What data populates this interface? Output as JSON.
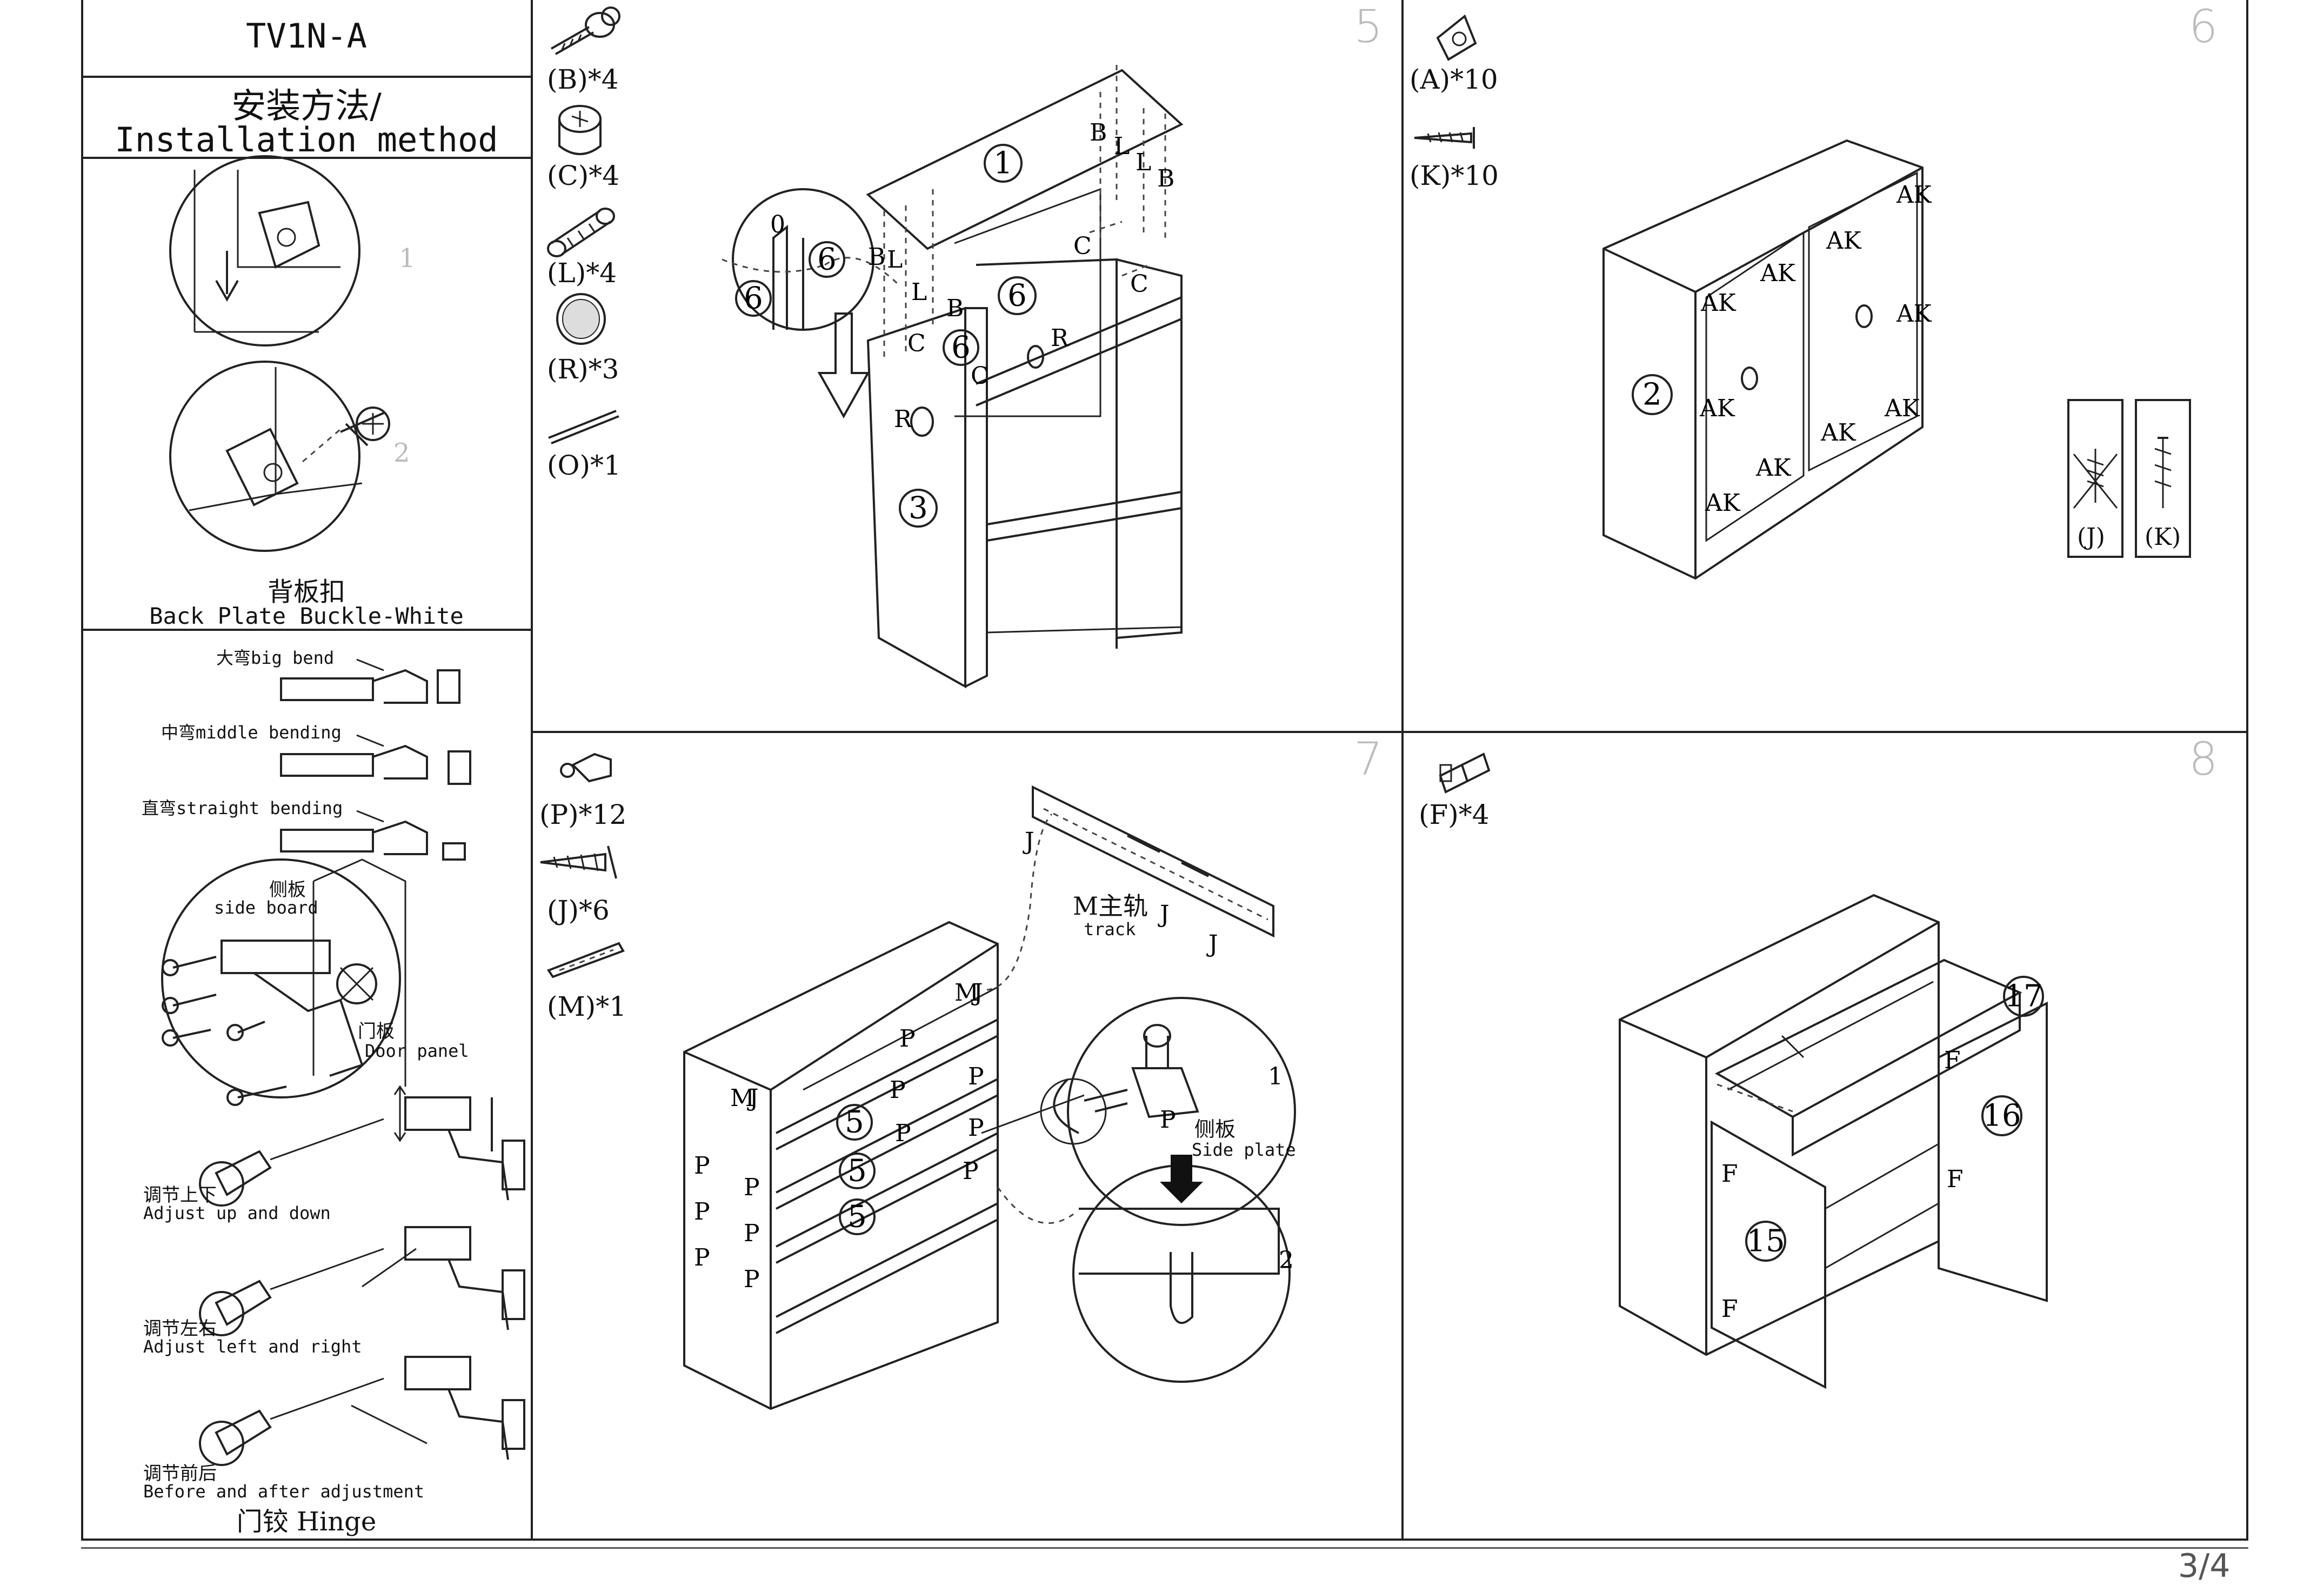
{
  "header": {
    "model": "TV1N-A",
    "title_cn": "安装方法/",
    "title_en": "Installation method"
  },
  "left_panel": {
    "buckle_cn": "背板扣",
    "buckle_en": "Back Plate Buckle-White",
    "buckle_step_1": "1",
    "buckle_step_2": "2",
    "hinge_types": [
      {
        "label": "大弯big bend"
      },
      {
        "label": "中弯middle bending"
      },
      {
        "label": "直弯straight bending"
      }
    ],
    "side_board_cn": "侧板",
    "side_board_en": "side board",
    "door_panel_cn": "门板",
    "door_panel_en": "Door panel",
    "adjust_ud_cn": "调节上下",
    "adjust_ud_en": "Adjust up and down",
    "adjust_lr_cn": "调节左右",
    "adjust_lr_en": "Adjust left and right",
    "adjust_fb_cn": "调节前后",
    "adjust_fb_en": "Before and after adjustment",
    "hinge_caption": "门铰 Hinge"
  },
  "step5": {
    "number": "5",
    "parts": [
      {
        "id": "B",
        "count": "(B)*4",
        "icon": "cam-bolt-icon"
      },
      {
        "id": "C",
        "count": "(C)*4",
        "icon": "cam-lock-icon"
      },
      {
        "id": "L",
        "count": "(L)*4",
        "icon": "wood-dowel-icon"
      },
      {
        "id": "R",
        "count": "(R)*3",
        "icon": "cover-cap-icon"
      },
      {
        "id": "O",
        "count": "(O)*1",
        "icon": "rod-icon"
      }
    ],
    "callouts": {
      "panel_1": "1",
      "panel_3": "3",
      "panel_6": "6",
      "detail_0": "0"
    }
  },
  "step6": {
    "number": "6",
    "parts": [
      {
        "id": "A",
        "count": "(A)*10",
        "icon": "back-buckle-icon"
      },
      {
        "id": "K",
        "count": "(K)*10",
        "icon": "screw-icon"
      }
    ],
    "ak_label": "AK",
    "callout_2": "2",
    "compare_j": "(J)",
    "compare_k": "(K)"
  },
  "step7": {
    "number": "7",
    "parts": [
      {
        "id": "P",
        "count": "(P)*12",
        "icon": "shelf-pin-icon"
      },
      {
        "id": "J",
        "count": "(J)*6",
        "icon": "long-screw-icon"
      },
      {
        "id": "M",
        "count": "(M)*1",
        "icon": "rail-icon"
      }
    ],
    "track_cn": "M主轨",
    "track_en": "track",
    "side_plate_cn": "侧板",
    "side_plate_en": "Side plate",
    "shelf_callout": "5",
    "detail_1": "1",
    "detail_2": "2"
  },
  "step8": {
    "number": "8",
    "parts": [
      {
        "id": "F",
        "count": "(F)*4",
        "icon": "hinge-icon"
      }
    ],
    "callout_15": "15",
    "callout_16": "16",
    "callout_17": "17"
  },
  "footer": {
    "page": "3/4"
  }
}
